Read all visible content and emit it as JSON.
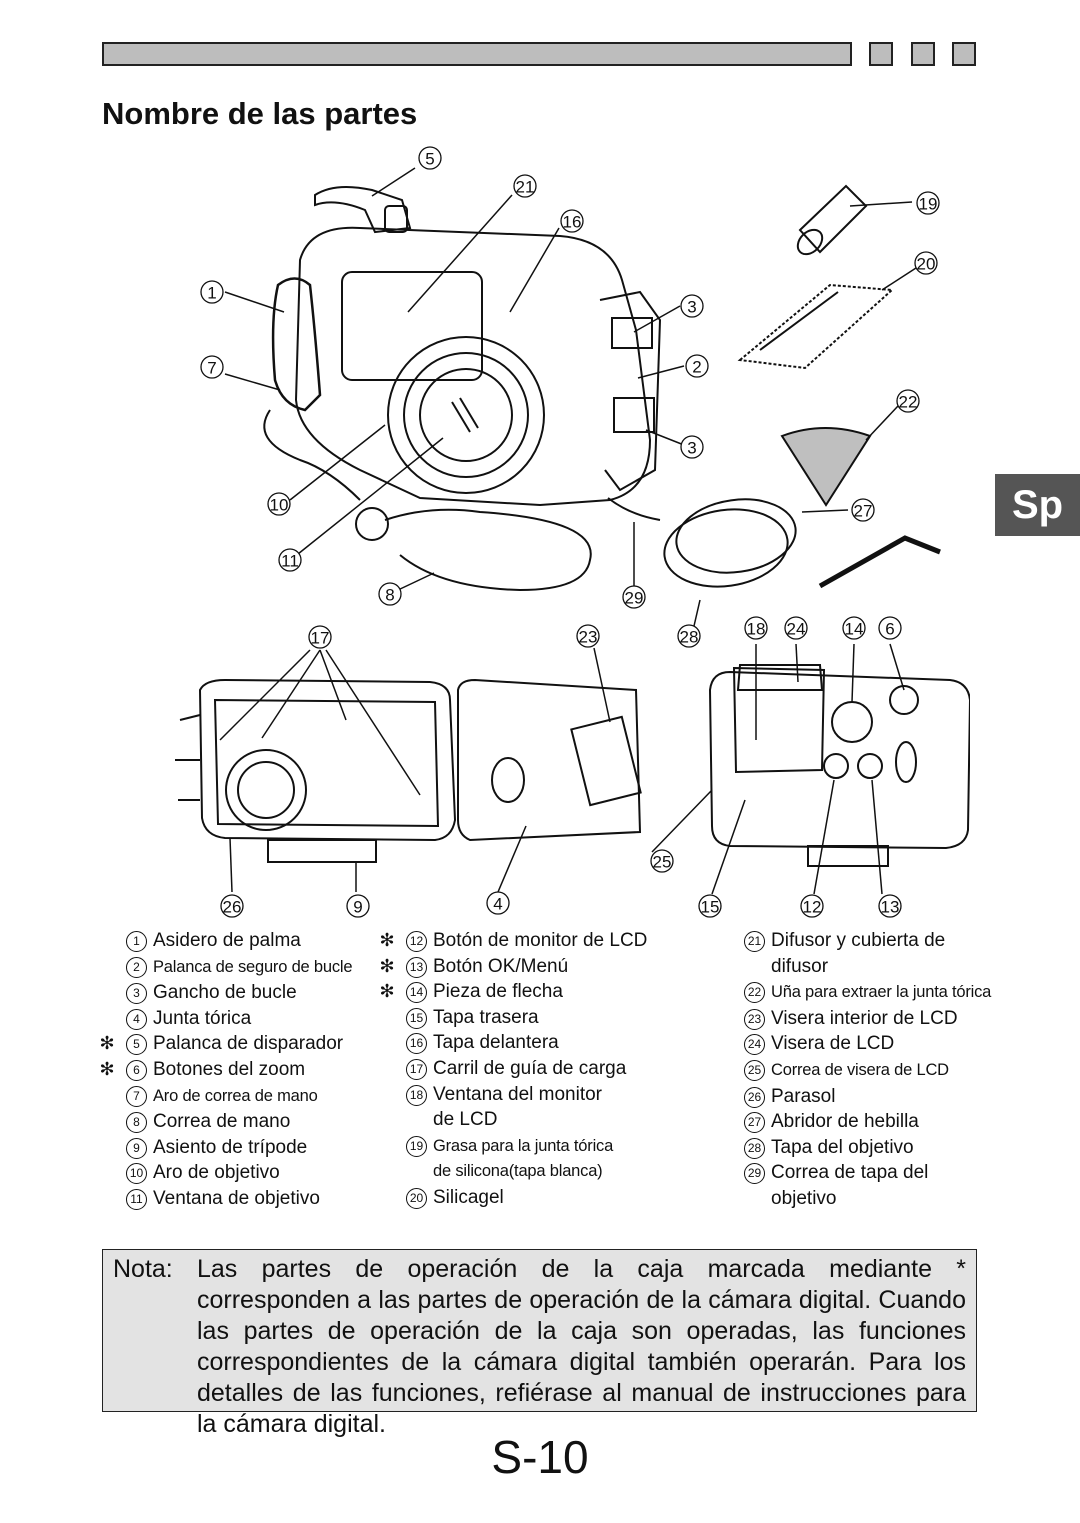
{
  "title": "Nombre de las partes",
  "side_tab": "Sp",
  "callouts": [
    {
      "id": "c5",
      "text": "5"
    },
    {
      "id": "c21",
      "text": "21"
    },
    {
      "id": "c16",
      "text": "16"
    },
    {
      "id": "c19",
      "text": "19"
    },
    {
      "id": "c20",
      "text": "20"
    },
    {
      "id": "c1",
      "text": "1"
    },
    {
      "id": "c3a",
      "text": "3"
    },
    {
      "id": "c7",
      "text": "7"
    },
    {
      "id": "c2",
      "text": "2"
    },
    {
      "id": "c22",
      "text": "22"
    },
    {
      "id": "c3b",
      "text": "3"
    },
    {
      "id": "c10",
      "text": "10"
    },
    {
      "id": "c27",
      "text": "27"
    },
    {
      "id": "c11",
      "text": "11"
    },
    {
      "id": "c8",
      "text": "8"
    },
    {
      "id": "c29",
      "text": "29"
    },
    {
      "id": "c17",
      "text": "17"
    },
    {
      "id": "c23",
      "text": "23"
    },
    {
      "id": "c28",
      "text": "28"
    },
    {
      "id": "c18",
      "text": "18"
    },
    {
      "id": "c24",
      "text": "24"
    },
    {
      "id": "c14",
      "text": "14"
    },
    {
      "id": "c6",
      "text": "6"
    },
    {
      "id": "c25",
      "text": "25"
    },
    {
      "id": "c26",
      "text": "26"
    },
    {
      "id": "c9",
      "text": "9"
    },
    {
      "id": "c4",
      "text": "4"
    },
    {
      "id": "c15",
      "text": "15"
    },
    {
      "id": "c12",
      "text": "12"
    },
    {
      "id": "c13",
      "text": "13"
    }
  ],
  "legend": {
    "col1": [
      {
        "num": "1",
        "label": "Asidero de palma",
        "star": false
      },
      {
        "num": "2",
        "label": "Palanca de seguro de bucle",
        "star": false,
        "small": true
      },
      {
        "num": "3",
        "label": "Gancho de bucle",
        "star": false
      },
      {
        "num": "4",
        "label": "Junta tórica",
        "star": false
      },
      {
        "num": "5",
        "label": "Palanca de disparador",
        "star": true
      },
      {
        "num": "6",
        "label": "Botones del zoom",
        "star": true
      },
      {
        "num": "7",
        "label": "Aro de correa de mano",
        "star": false,
        "small": true
      },
      {
        "num": "8",
        "label": "Correa de mano",
        "star": false
      },
      {
        "num": "9",
        "label": "Asiento de trípode",
        "star": false
      },
      {
        "num": "10",
        "label": "Aro de objetivo",
        "star": false
      },
      {
        "num": "11",
        "label": "Ventana de objetivo",
        "star": false
      }
    ],
    "col2": [
      {
        "num": "12",
        "label": "Botón de monitor de LCD",
        "star": true
      },
      {
        "num": "13",
        "label": "Botón OK/Menú",
        "star": true
      },
      {
        "num": "14",
        "label": "Pieza de flecha",
        "star": true
      },
      {
        "num": "15",
        "label": "Tapa trasera",
        "star": false
      },
      {
        "num": "16",
        "label": "Tapa delantera",
        "star": false
      },
      {
        "num": "17",
        "label": "Carril de guía de carga",
        "star": false
      },
      {
        "num": "18",
        "label": "Ventana del monitor",
        "star": false,
        "cont": "de LCD"
      },
      {
        "num": "19",
        "label": "Grasa para la junta tórica",
        "star": false,
        "small": true,
        "cont": "de silicona(tapa blanca)"
      },
      {
        "num": "20",
        "label": "Silicagel",
        "star": false
      }
    ],
    "col3": [
      {
        "num": "21",
        "label": "Difusor y cubierta de",
        "star": false,
        "cont": "difusor"
      },
      {
        "num": "22",
        "label": "Uña para extraer la junta tórica",
        "star": false,
        "small": true
      },
      {
        "num": "23",
        "label": "Visera interior de LCD",
        "star": false
      },
      {
        "num": "24",
        "label": "Visera de LCD",
        "star": false
      },
      {
        "num": "25",
        "label": "Correa de visera de LCD",
        "star": false,
        "small": true
      },
      {
        "num": "26",
        "label": "Parasol",
        "star": false
      },
      {
        "num": "27",
        "label": "Abridor de hebilla",
        "star": false
      },
      {
        "num": "28",
        "label": "Tapa del objetivo",
        "star": false
      },
      {
        "num": "29",
        "label": "Correa de tapa del",
        "star": false,
        "cont": "objetivo"
      }
    ]
  },
  "star_symbol": "✻",
  "note": {
    "label": "Nota:",
    "text": "Las partes de operación de la caja marcada mediante * corresponden a las partes de operación de la cámara digital. Cuando las partes de operación de la caja son operadas, las funciones correspondientes de la cámara digital también operarán. Para los detalles de las funciones, refiérase al manual de instrucciones para la cámara digital."
  },
  "page_number": "S-10"
}
